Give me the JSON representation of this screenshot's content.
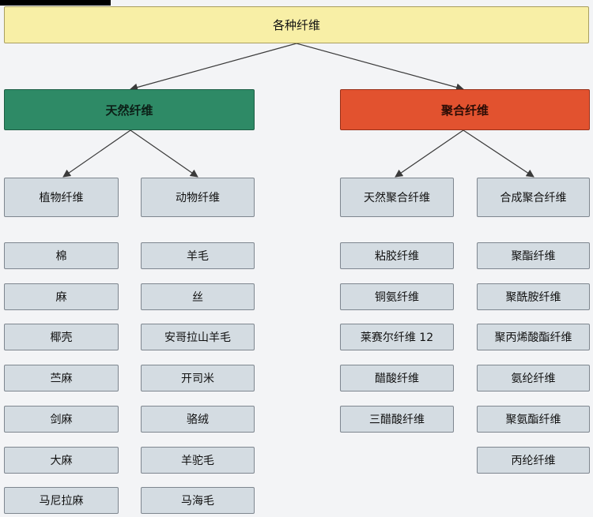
{
  "root": {
    "label": "各种纤维"
  },
  "level1": {
    "natural": {
      "label": "天然纤维",
      "color": "#2e8a66"
    },
    "synthetic": {
      "label": "聚合纤维",
      "color": "#e2522f"
    }
  },
  "level2": {
    "plant": "植物纤维",
    "animal": "动物纤维",
    "natural_polymer": "天然聚合纤维",
    "synthetic_polymer": "合成聚合纤维"
  },
  "columns": {
    "plant": [
      "棉",
      "麻",
      "椰壳",
      "苎麻",
      "剑麻",
      "大麻",
      "马尼拉麻"
    ],
    "animal": [
      "羊毛",
      "丝",
      "安哥拉山羊毛",
      "开司米",
      "骆绒",
      "羊驼毛",
      "马海毛"
    ],
    "natural_polymer": [
      "粘胶纤维",
      "铜氨纤维",
      "莱赛尔纤维 12",
      "醋酸纤维",
      "三醋酸纤维"
    ],
    "synthetic_polymer": [
      "聚酯纤维",
      "聚酰胺纤维",
      "聚丙烯酸酯纤维",
      "氨纶纤维",
      "聚氨酯纤维",
      "丙纶纤维"
    ]
  }
}
